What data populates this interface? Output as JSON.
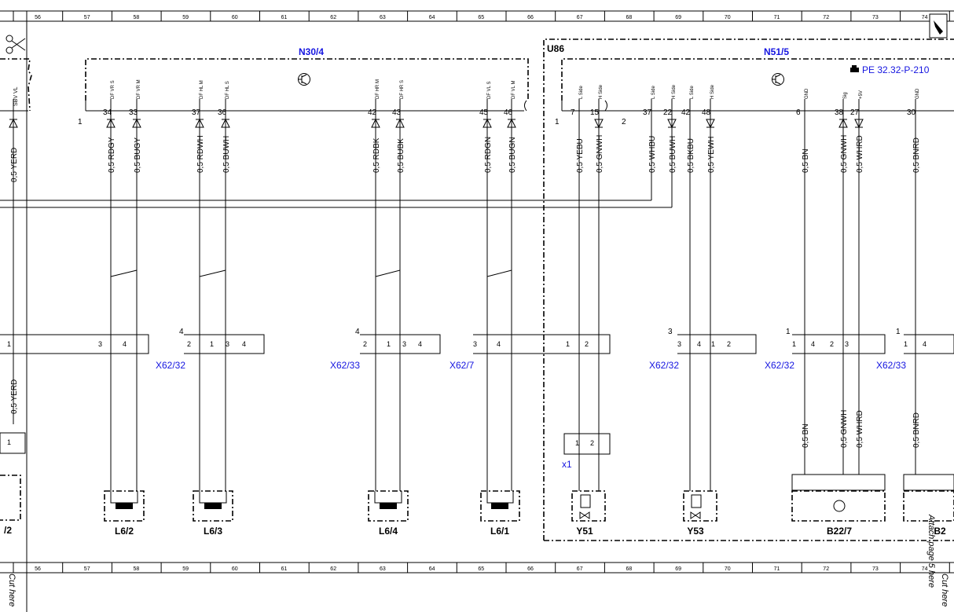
{
  "ruler": {
    "columns": [
      "56",
      "57",
      "58",
      "59",
      "60",
      "61",
      "62",
      "63",
      "64",
      "65",
      "66",
      "67",
      "68",
      "69",
      "70",
      "71",
      "72",
      "73",
      "74"
    ]
  },
  "modules": {
    "n30_4": "N30/4",
    "n51_5": "N51/5",
    "u86": "U86",
    "pe_ref": "PE 32.32-P-210"
  },
  "n30_pins": [
    {
      "label": "DF VR S",
      "pin": "34"
    },
    {
      "label": "DF VR M",
      "pin": "33"
    },
    {
      "label": "DF HL M",
      "pin": "37"
    },
    {
      "label": "DF HL S",
      "pin": "36"
    },
    {
      "label": "DF HR M",
      "pin": "42"
    },
    {
      "label": "DF HR S",
      "pin": "43"
    },
    {
      "label": "DF VL S",
      "pin": "45"
    },
    {
      "label": "DF VL M",
      "pin": "46"
    }
  ],
  "n51_pins": [
    {
      "label": "L Side",
      "pin": "7"
    },
    {
      "label": "H Side",
      "pin": "15"
    },
    {
      "label": "L Side",
      "pin": "37"
    },
    {
      "label": "H Side",
      "pin": "22"
    },
    {
      "label": "L Side",
      "pin": "42"
    },
    {
      "label": "H Side",
      "pin": "48"
    },
    {
      "label": "GND",
      "pin": "6"
    },
    {
      "label": "Sig",
      "pin": "38"
    },
    {
      "label": "+5V",
      "pin": "27"
    },
    {
      "label": "GND",
      "pin": "30"
    }
  ],
  "left_partial": {
    "pin_label": "SBV VL",
    "wire_top": "0,5 YERD",
    "wire_bottom": "0,5 YERD",
    "component": "/2"
  },
  "wires_top": [
    "0,5 RDGY",
    "0,5 BUGY",
    "0,5 RDWH",
    "0,5 BUWH",
    "0,5 RDBK",
    "0,5 BUBK",
    "0,5 RDGN",
    "0,5 BUGN",
    "0,5 YEBU",
    "0,5 GNWH",
    "0,5 WHBU",
    "0,5 BUWH",
    "0,5 BKBU",
    "0,5 YEWH",
    "0,5 BN",
    "0,5 GNWH",
    "0,5 WHRD",
    "0,5 BNRD"
  ],
  "wires_bottom": [
    "0,5 BN",
    "0,5 GNWH",
    "0,5 WHRD",
    "0,5 BNRD"
  ],
  "connectors": [
    "X62/32",
    "X62/33",
    "X62/7",
    "X62/32",
    "X62/32",
    "X62/33"
  ],
  "x1": "x1",
  "components": [
    "L6/2",
    "L6/3",
    "L6/4",
    "L6/1",
    "Y51",
    "Y53",
    "B22/7",
    "B2"
  ],
  "side_notes": {
    "cut_here_left": "Cut here",
    "cut_here_right": "Cut here",
    "attach_page": "Attach page 5 here"
  }
}
